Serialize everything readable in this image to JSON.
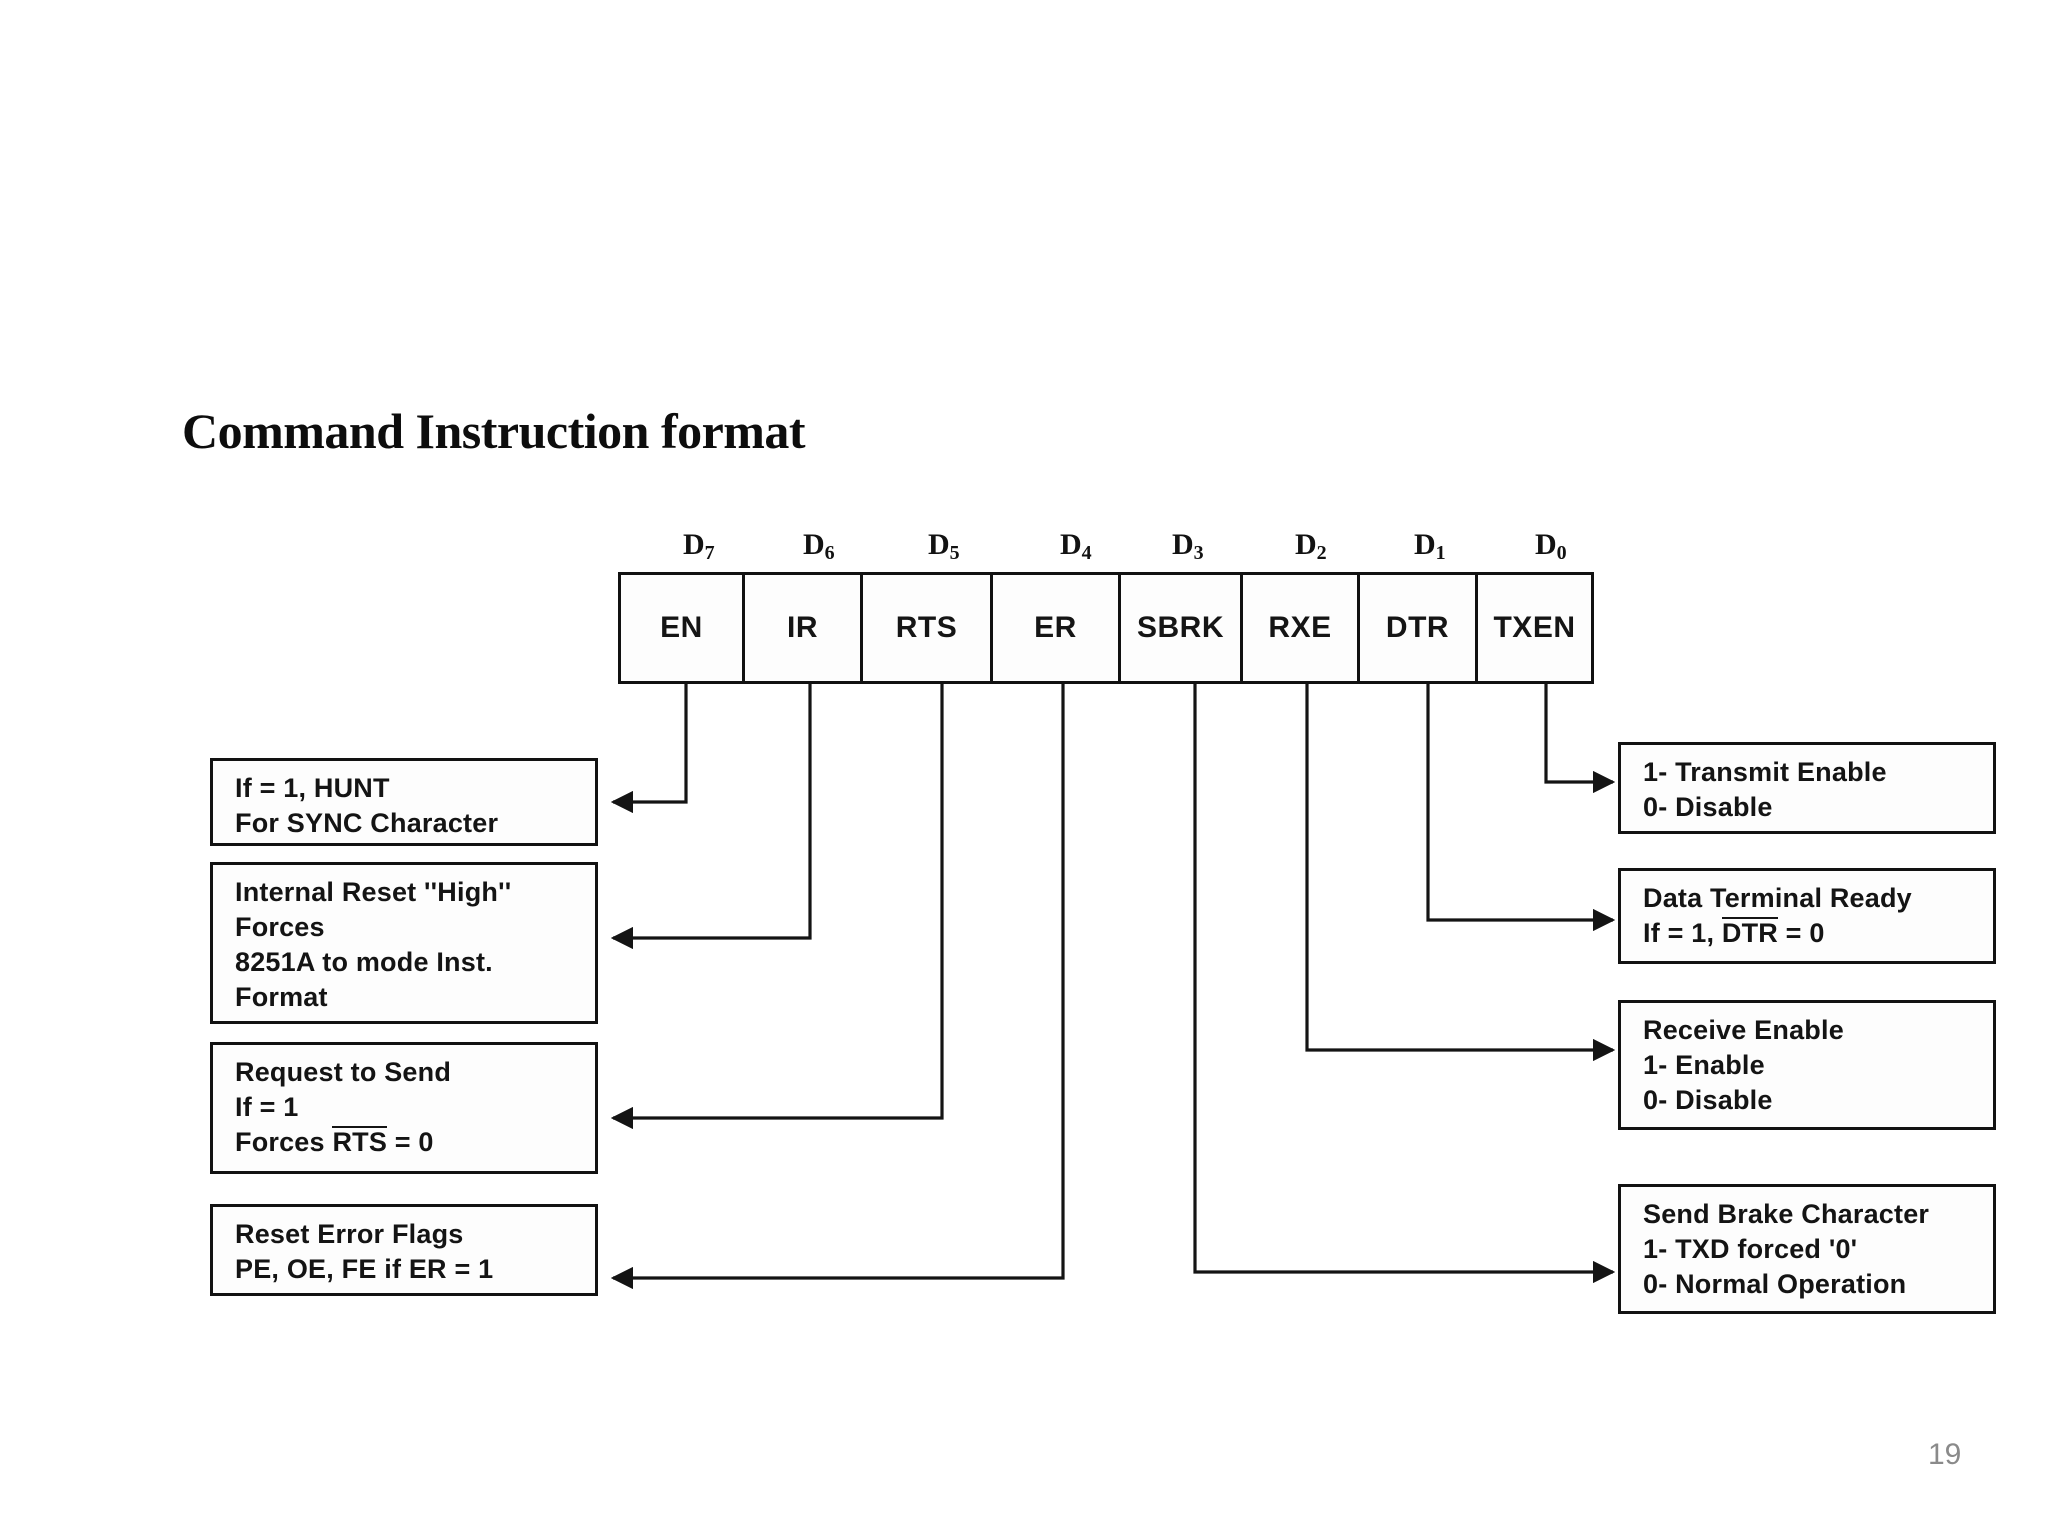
{
  "slide": {
    "title": "Command Instruction format",
    "page_number": "19",
    "background_color": "#ffffff",
    "ink_color": "#141414"
  },
  "bit_field": {
    "bit_labels": [
      "D7",
      "D6",
      "D5",
      "D4",
      "D3",
      "D2",
      "D1",
      "D0"
    ],
    "bit_label_bases": [
      "D",
      "D",
      "D",
      "D",
      "D",
      "D",
      "D",
      "D"
    ],
    "bit_label_subs": [
      "7",
      "6",
      "5",
      "4",
      "3",
      "2",
      "1",
      "0"
    ],
    "cells": [
      {
        "name": "EN",
        "bit": "D7"
      },
      {
        "name": "IR",
        "bit": "D6"
      },
      {
        "name": "RTS",
        "bit": "D5"
      },
      {
        "name": "ER",
        "bit": "D4"
      },
      {
        "name": "SBRK",
        "bit": "D3"
      },
      {
        "name": "RXE",
        "bit": "D2"
      },
      {
        "name": "DTR",
        "bit": "D1"
      },
      {
        "name": "TXEN",
        "bit": "D0"
      }
    ]
  },
  "left_descriptions": [
    {
      "id": "en-hunt",
      "bit": "D7",
      "lines": [
        {
          "text": "If = 1, HUNT"
        },
        {
          "text": "For SYNC Character"
        }
      ]
    },
    {
      "id": "ir-internal-reset",
      "bit": "D6",
      "lines": [
        {
          "text": "Internal Reset ''High''"
        },
        {
          "text": "Forces"
        },
        {
          "text": "8251A to mode Inst."
        },
        {
          "text": "Format"
        }
      ]
    },
    {
      "id": "rts-request-to-send",
      "bit": "D5",
      "lines": [
        {
          "text": "Request to Send"
        },
        {
          "text": "If = 1"
        },
        {
          "pre": "Forces ",
          "overline": "RTS",
          "post": " = 0"
        }
      ]
    },
    {
      "id": "er-reset-error-flags",
      "bit": "D4",
      "lines": [
        {
          "text": "Reset Error Flags"
        },
        {
          "text": "PE, OE, FE if ER = 1"
        }
      ]
    }
  ],
  "right_descriptions": [
    {
      "id": "txen-transmit-enable",
      "bit": "D0",
      "lines": [
        {
          "text": "1- Transmit Enable"
        },
        {
          "text": "0- Disable"
        }
      ]
    },
    {
      "id": "dtr-data-terminal-ready",
      "bit": "D1",
      "lines": [
        {
          "text": "Data Terminal Ready"
        },
        {
          "pre": "If = 1, ",
          "overline": "DTR",
          "post": " = 0"
        }
      ]
    },
    {
      "id": "rxe-receive-enable",
      "bit": "D2",
      "lines": [
        {
          "text": "Receive Enable"
        },
        {
          "text": "1- Enable"
        },
        {
          "text": "0- Disable"
        }
      ]
    },
    {
      "id": "sbrk-send-brake-character",
      "bit": "D3",
      "lines": [
        {
          "text": "Send Brake Character"
        },
        {
          "text": "1- TXD forced '0'"
        },
        {
          "text": "0- Normal Operation"
        }
      ]
    }
  ]
}
